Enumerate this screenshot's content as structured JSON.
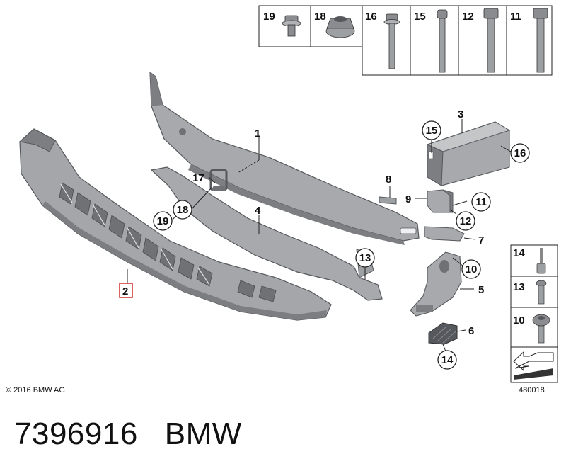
{
  "callouts": {
    "c1": "1",
    "c2": "2",
    "c3": "3",
    "c4": "4",
    "c5": "5",
    "c6": "6",
    "c7": "7",
    "c8": "8",
    "c9": "9",
    "c10": "10",
    "c11": "11",
    "c12": "12",
    "c13": "13",
    "c14": "14",
    "c15": "15",
    "c16": "16",
    "c17": "17",
    "c18": "18",
    "c19": "19"
  },
  "fastener_strip": {
    "items": [
      {
        "label": "19"
      },
      {
        "label": "18"
      },
      {
        "label": "16"
      },
      {
        "label": "15"
      },
      {
        "label": "12"
      },
      {
        "label": "11"
      }
    ]
  },
  "side_panel": {
    "items": [
      {
        "label": "14"
      },
      {
        "label": "13"
      },
      {
        "label": "10"
      }
    ]
  },
  "copyright": "© 2016 BMW AG",
  "image_code": "480018",
  "footer": {
    "part_number": "7396916",
    "brand": "BMW"
  },
  "colors": {
    "part_fill": "#9ea0a3",
    "part_dark": "#6f7175",
    "part_light": "#c4c6c8",
    "highlight_red": "#d23a3a"
  }
}
